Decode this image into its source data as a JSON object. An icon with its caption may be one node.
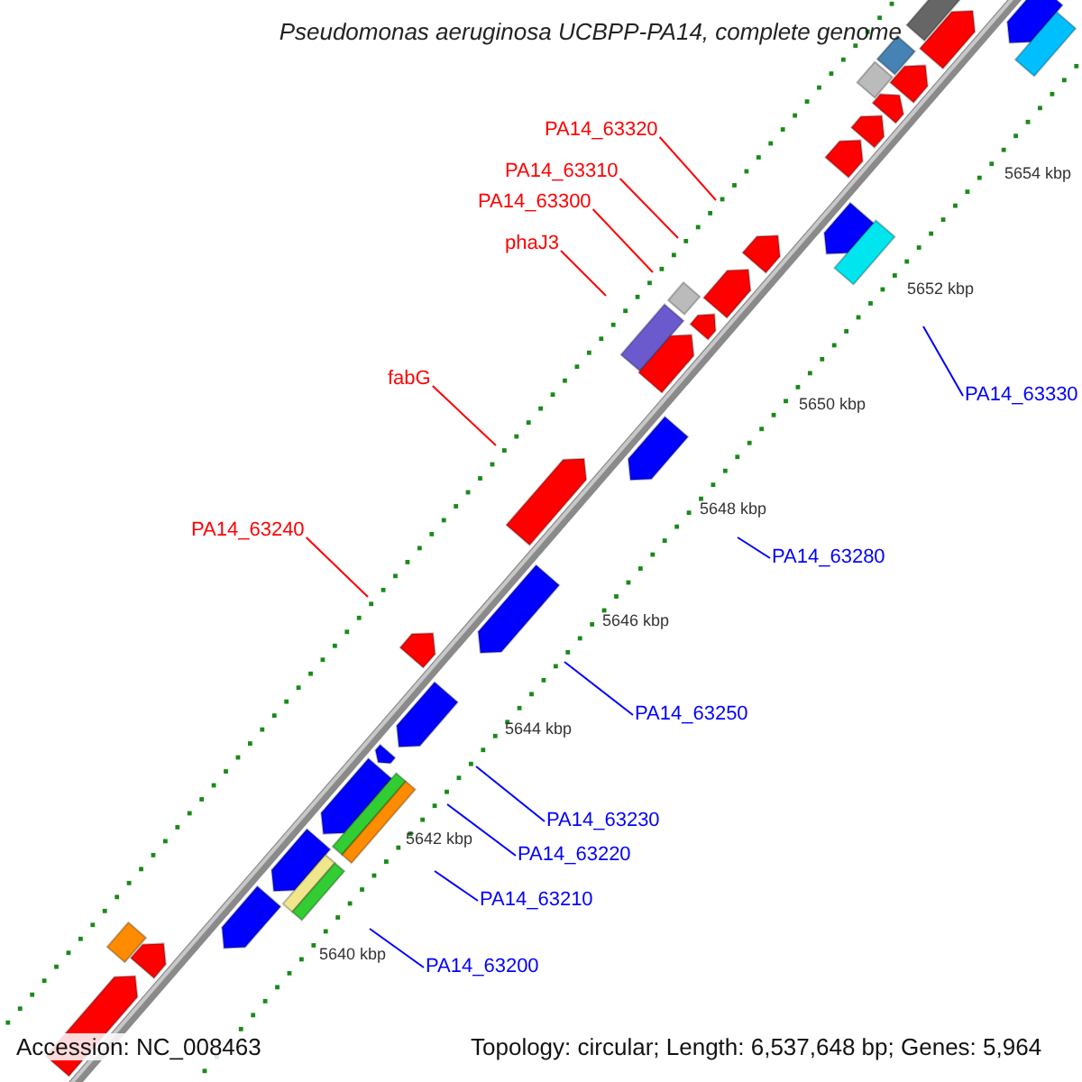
{
  "diagram": {
    "title": "Pseudomonas aeruginosa UCBPP-PA14, complete genome",
    "nodes": [
      {
        "text": [
          "PA14_63320"
        ]
      },
      {
        "text": [
          "PA14_63310"
        ]
      },
      {
        "text": [
          "PA14_63300"
        ]
      },
      {
        "text": [
          "phaJ3"
        ]
      },
      {
        "text": [
          "PA14_63330"
        ]
      },
      {
        "text": [
          "fabG"
        ]
      },
      {
        "text": [
          "PA14_63240"
        ]
      },
      {
        "text": [
          "PA14_63280"
        ]
      },
      {
        "text": [
          "PA14_63250"
        ]
      },
      {
        "text": [
          "PA14_63230"
        ]
      },
      {
        "text": [
          "PA14_63220"
        ]
      },
      {
        "text": [
          "PA14_63210"
        ]
      },
      {
        "text": [
          "PA14_63200"
        ]
      }
    ],
    "edges": [
      {
        "from": 0,
        "to": null,
        "arrow": "none",
        "color": "#ff0000"
      },
      {
        "from": 1,
        "to": null,
        "arrow": "none",
        "color": "#ff0000"
      },
      {
        "from": 2,
        "to": null,
        "arrow": "none",
        "color": "#ff0000"
      },
      {
        "from": 3,
        "to": null,
        "arrow": "none",
        "color": "#ff0000"
      },
      {
        "from": 4,
        "to": null,
        "arrow": "none"
      },
      {
        "from": 5,
        "to": null,
        "arrow": "none",
        "color": "#ff0000"
      },
      {
        "from": 6,
        "to": null,
        "arrow": "none",
        "color": "#ff0000"
      },
      {
        "from": 7,
        "to": null,
        "arrow": "none"
      },
      {
        "from": 8,
        "to": null,
        "arrow": "none"
      },
      {
        "from": 9,
        "to": null,
        "arrow": "none"
      },
      {
        "from": 10,
        "to": null,
        "arrow": "none"
      },
      {
        "from": 11,
        "to": null,
        "arrow": "none"
      },
      {
        "from": 12,
        "to": null,
        "arrow": "none"
      }
    ],
    "labels": [
      "5654 kbp",
      "5652 kbp",
      "5650 kbp",
      "5648 kbp",
      "5646 kbp",
      "5644 kbp",
      "5642 kbp",
      "5640 kbp",
      "Accession: NC_008463",
      "Topology: circular; Length: 6,537,648 bp; Genes: 5,964"
    ]
  }
}
